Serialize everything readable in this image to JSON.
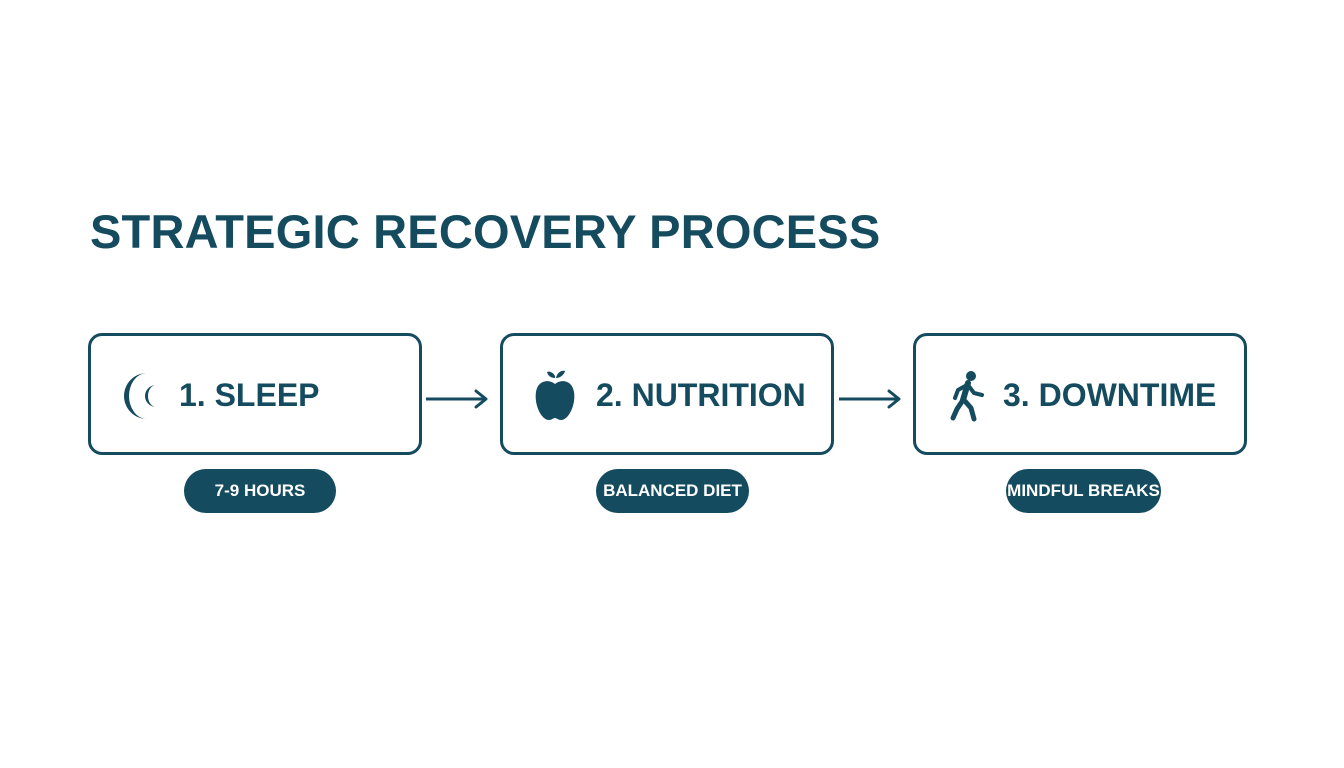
{
  "title": "STRATEGIC RECOVERY PROCESS",
  "colors": {
    "primary": "#154b5f",
    "background": "#ffffff",
    "pill_text": "#ffffff"
  },
  "steps": [
    {
      "label": "1. SLEEP",
      "icon": "moon-icon",
      "pill": "7-9 HOURS"
    },
    {
      "label": "2. NUTRITION",
      "icon": "apple-icon",
      "pill": "BALANCED DIET"
    },
    {
      "label": "3. DOWNTIME",
      "icon": "walking-person-icon",
      "pill": "MINDFUL BREAKS"
    }
  ]
}
